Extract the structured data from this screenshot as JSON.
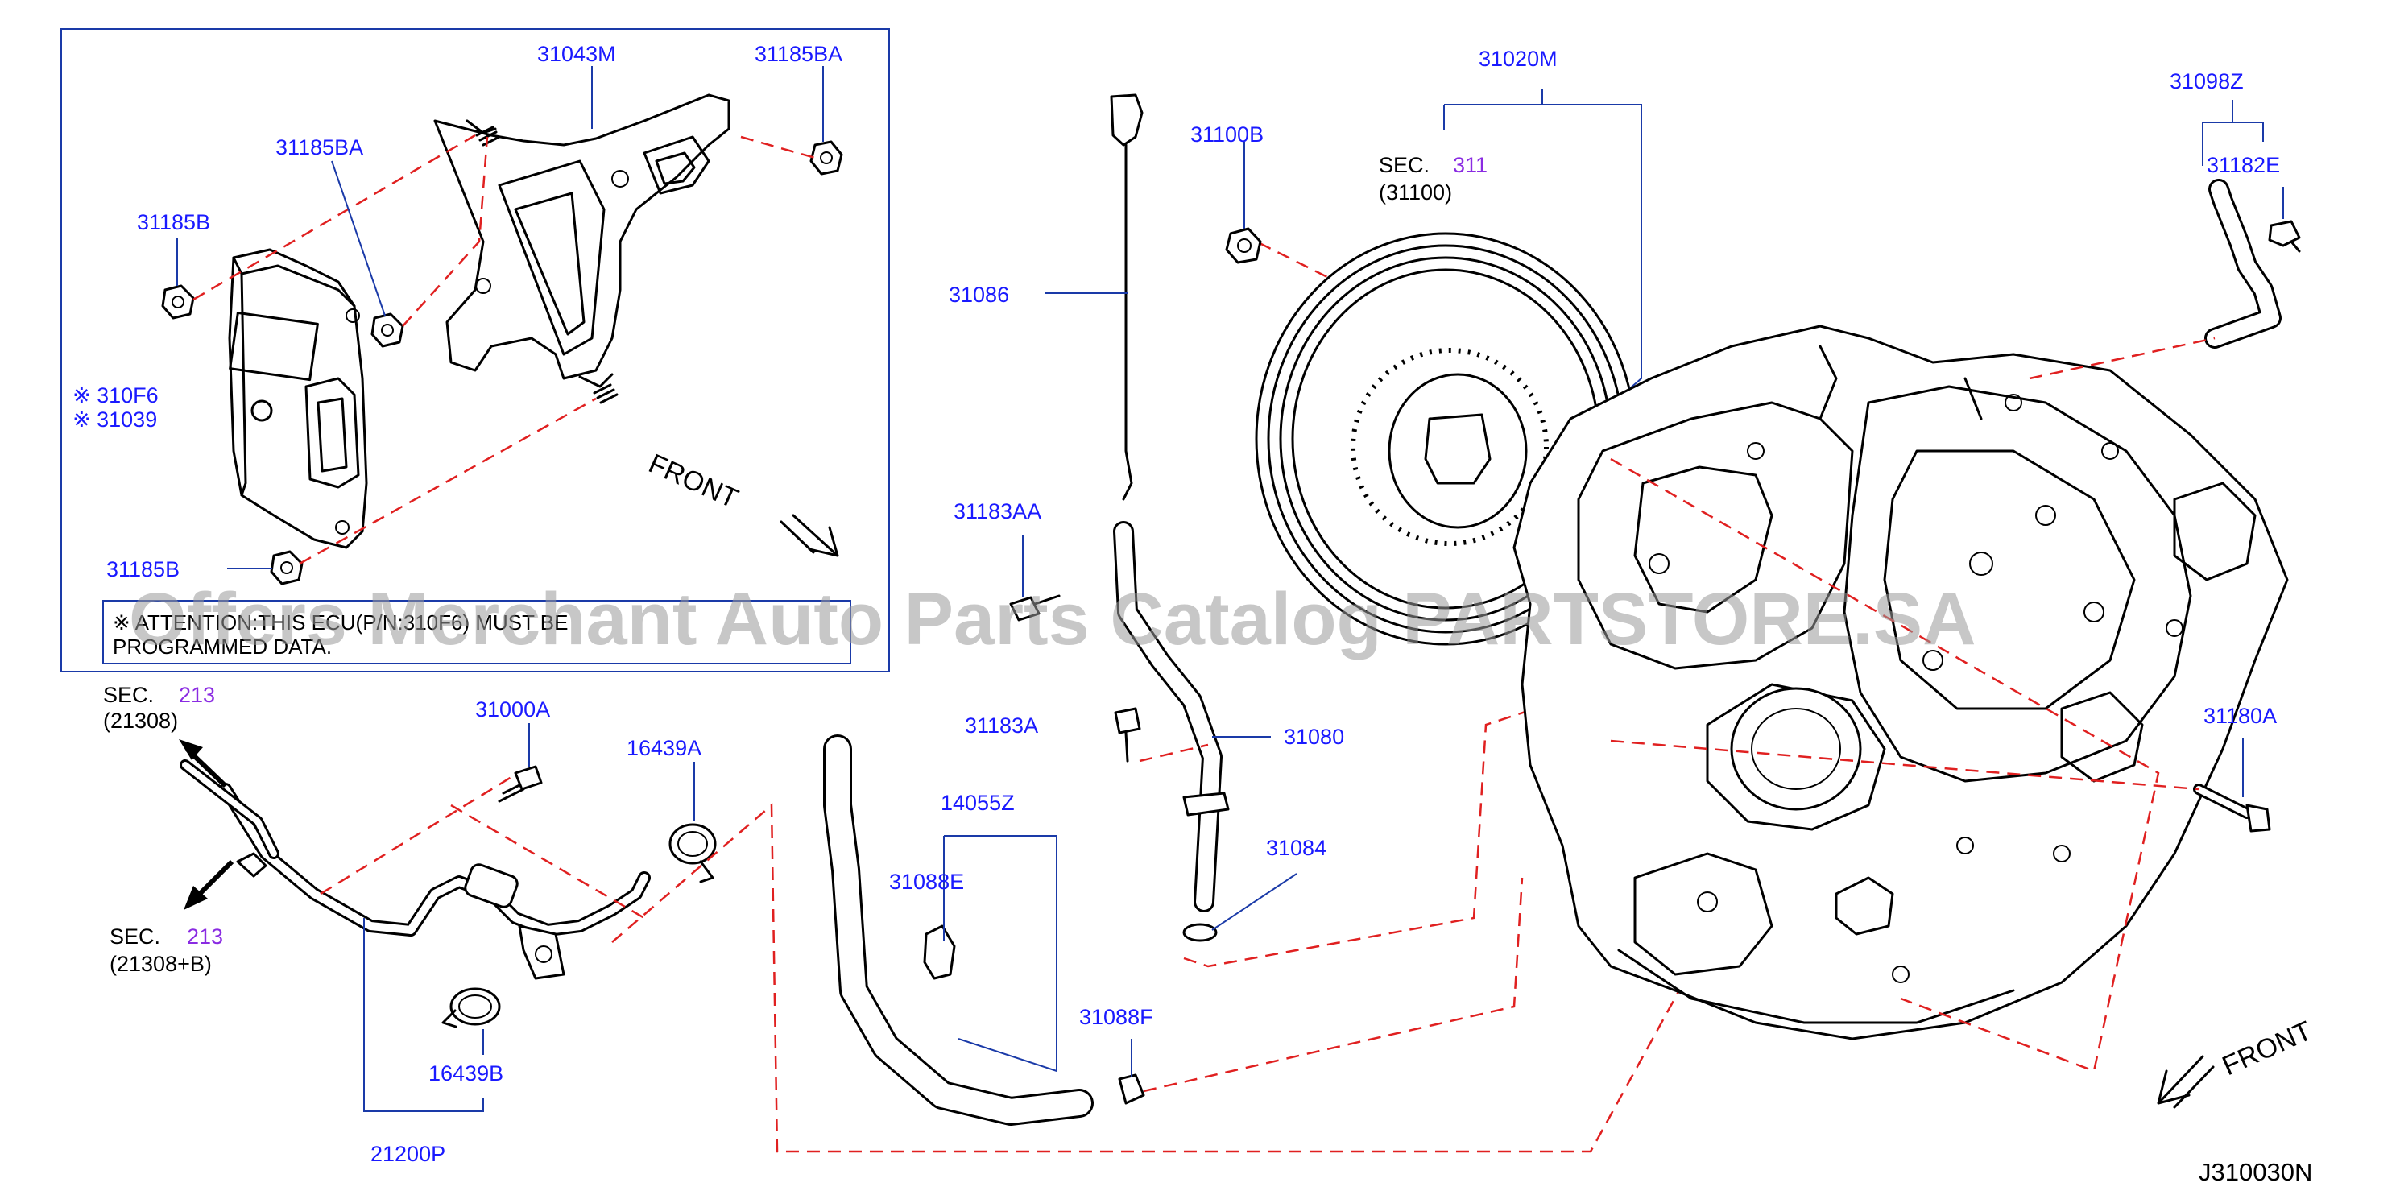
{
  "diagram": {
    "code": "J310030N",
    "watermark": "Offers Merchant Auto Parts Catalog PARTSTORE.SA",
    "inset_front": "FRONT",
    "main_front": "FRONT",
    "attention_note": {
      "line1": "※ ATTENTION:THIS ECU(P/N:310F6) MUST BE",
      "line2": "PROGRAMMED DATA."
    },
    "labels": {
      "p31043M": "31043M",
      "p31185BA_top": "31185BA",
      "p31185BA_mid": "31185BA",
      "p31185B_top": "31185B",
      "p310F6": "※ 310F6",
      "p31039": "※ 31039",
      "p31185B_bot": "31185B",
      "p31086": "31086",
      "p31100B": "31100B",
      "p31020M": "31020M",
      "p31098Z": "31098Z",
      "p31182E": "31182E",
      "p31183AA": "31183AA",
      "p31183A": "31183A",
      "p31080": "31080",
      "p31084": "31084",
      "p31180A": "31180A",
      "p31000A": "31000A",
      "p16439A": "16439A",
      "p14055Z": "14055Z",
      "p31088E": "31088E",
      "p31088F": "31088F",
      "p16439B": "16439B",
      "p21200P": "21200P"
    },
    "sections": {
      "sec311": {
        "prefix": "SEC.",
        "number": "311",
        "ref": "(31100)"
      },
      "sec213a": {
        "prefix": "SEC.",
        "number": "213",
        "ref": "(21308)"
      },
      "sec213b": {
        "prefix": "SEC.",
        "number": "213",
        "ref": "(21308+B)"
      }
    }
  }
}
